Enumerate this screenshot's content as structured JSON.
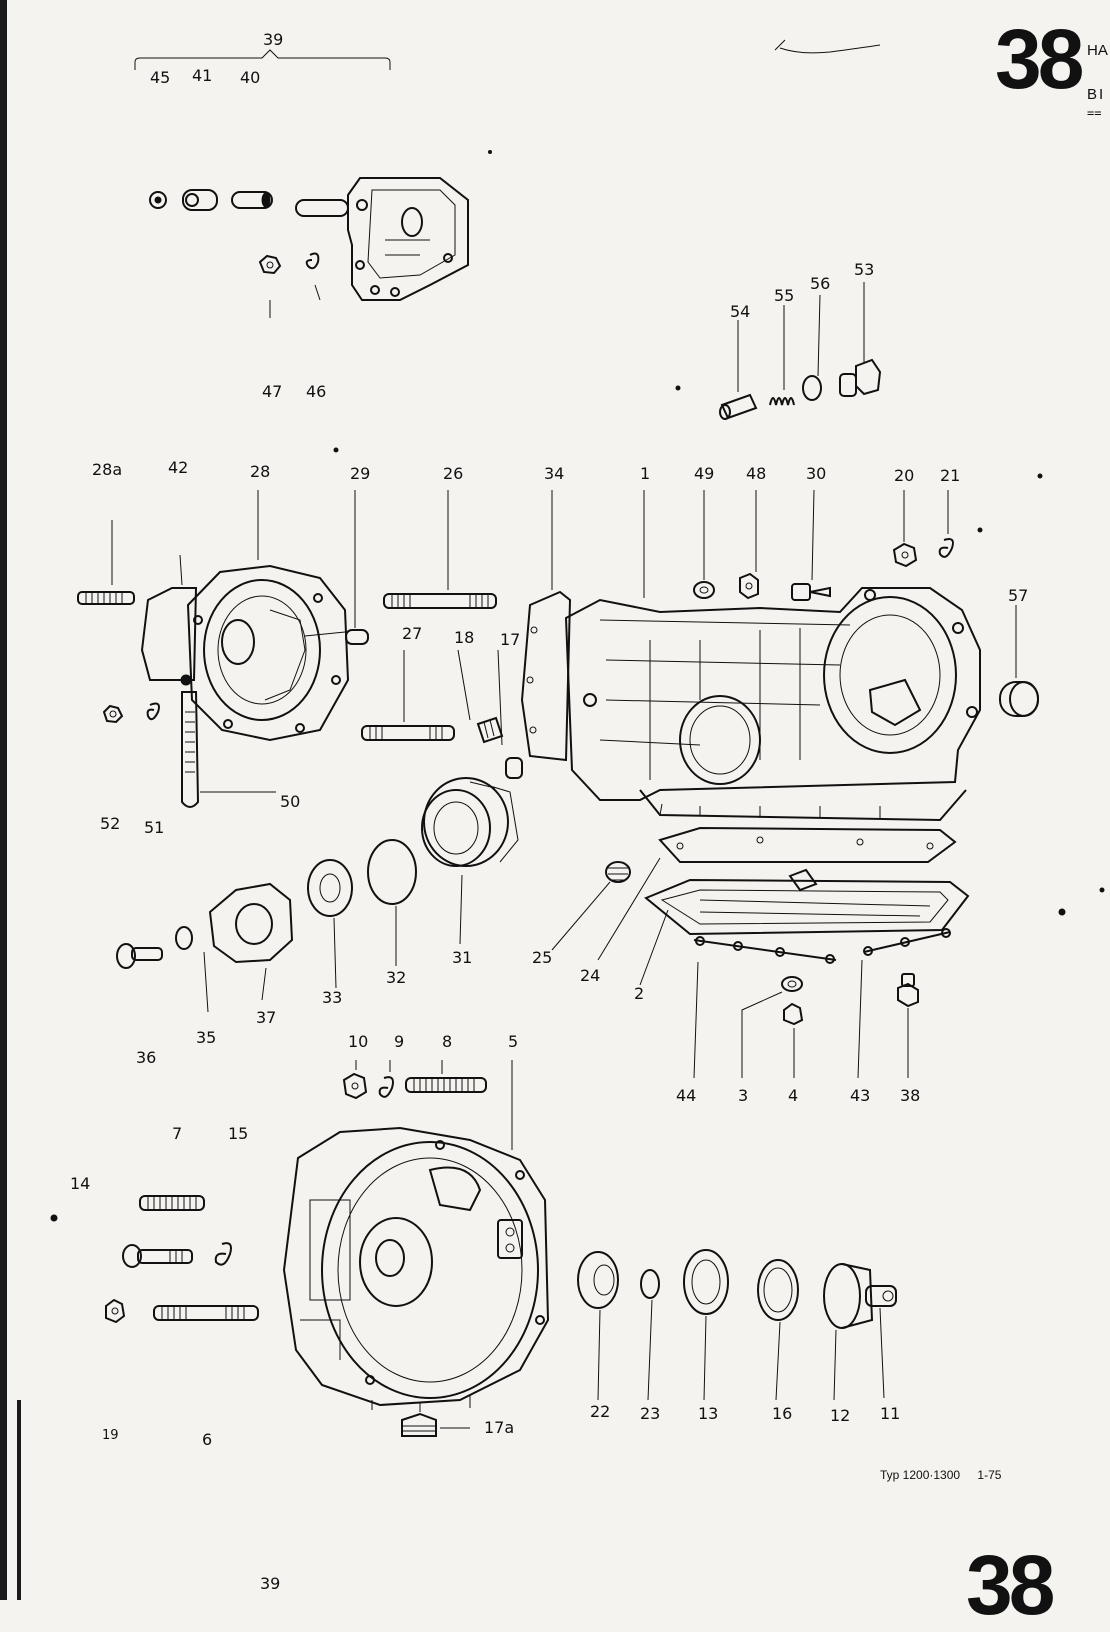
{
  "page_number": "38",
  "page_number_bottom": "38",
  "header": {
    "line1": "HA",
    "line2": "BI",
    "line3": "=="
  },
  "footer": {
    "type_label": "Typ 1200·1300",
    "date_code": "1-75"
  },
  "callouts": {
    "n1": "1",
    "n2": "2",
    "n3": "3",
    "n4": "4",
    "n5": "5",
    "n6": "6",
    "n7": "7",
    "n8": "8",
    "n9": "9",
    "n10": "10",
    "n11": "11",
    "n12": "12",
    "n13": "13",
    "n14": "14",
    "n15": "15",
    "n16": "16",
    "n17": "17",
    "n17a": "17a",
    "n18": "18",
    "n19": "19",
    "n20": "20",
    "n21": "21",
    "n22": "22",
    "n23": "23",
    "n24": "24",
    "n25": "25",
    "n26": "26",
    "n27": "27",
    "n28": "28",
    "n28a": "28a",
    "n29": "29",
    "n30": "30",
    "n31": "31",
    "n32": "32",
    "n33": "33",
    "n34": "34",
    "n35": "35",
    "n36": "36",
    "n37": "37",
    "n38": "38",
    "n39": "39",
    "n39b": "39",
    "n40": "40",
    "n41": "41",
    "n42": "42",
    "n43": "43",
    "n44": "44",
    "n45": "45",
    "n46": "46",
    "n47": "47",
    "n48": "48",
    "n49": "49",
    "n50": "50",
    "n51": "51",
    "n52": "52",
    "n53": "53",
    "n54": "54",
    "n55": "55",
    "n56": "56",
    "n57": "57"
  }
}
